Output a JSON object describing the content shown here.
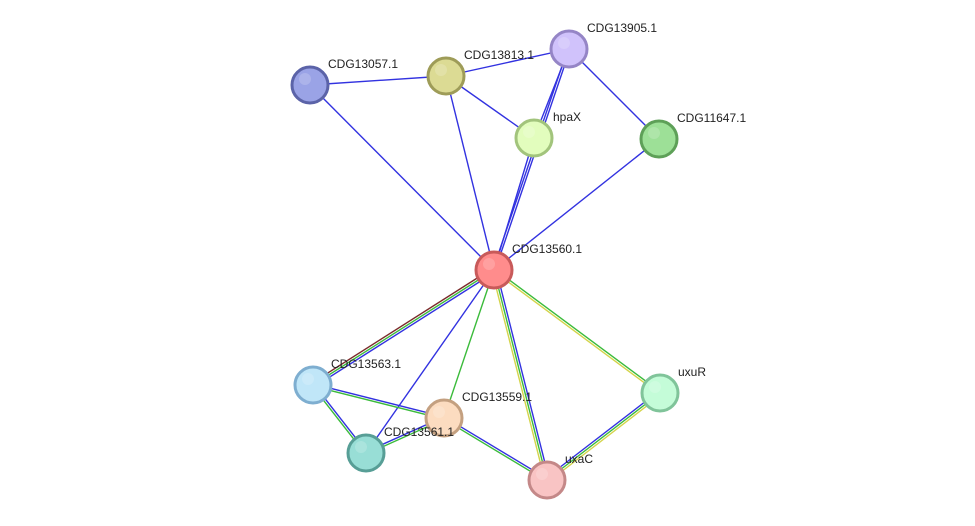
{
  "network": {
    "nodes": [
      {
        "id": "CDG13560.1",
        "label": "CDG13560.1",
        "fill": "#ff8c8c",
        "stroke": "#c85a5a",
        "center": true
      },
      {
        "id": "CDG13057.1",
        "label": "CDG13057.1",
        "fill": "#9aa3e6",
        "stroke": "#5b63a8"
      },
      {
        "id": "CDG13813.1",
        "label": "CDG13813.1",
        "fill": "#dcdb94",
        "stroke": "#9e9c58"
      },
      {
        "id": "CDG13905.1",
        "label": "CDG13905.1",
        "fill": "#d0c2fb",
        "stroke": "#9585c6"
      },
      {
        "id": "hpaX",
        "label": "hpaX",
        "fill": "#e2fdbd",
        "stroke": "#a2c47c"
      },
      {
        "id": "CDG11647.1",
        "label": "CDG11647.1",
        "fill": "#9de097",
        "stroke": "#5ea058"
      },
      {
        "id": "CDG13563.1",
        "label": "CDG13563.1",
        "fill": "#c0e6f8",
        "stroke": "#7eaed0"
      },
      {
        "id": "CDG13559.1",
        "label": "CDG13559.1",
        "fill": "#fcdcc0",
        "stroke": "#c4a080"
      },
      {
        "id": "CDG13561.1",
        "label": "CDG13561.1",
        "fill": "#98ded6",
        "stroke": "#579e96"
      },
      {
        "id": "uxuR",
        "label": "uxuR",
        "fill": "#c4fcd8",
        "stroke": "#80c49a"
      },
      {
        "id": "uxaC",
        "label": "uxaC",
        "fill": "#f9c4c4",
        "stroke": "#c48888"
      }
    ],
    "edges": [
      {
        "from": "CDG13560.1",
        "to": "CDG13057.1",
        "colors": [
          "#3232e0"
        ]
      },
      {
        "from": "CDG13560.1",
        "to": "CDG13813.1",
        "colors": [
          "#3232e0"
        ]
      },
      {
        "from": "CDG13560.1",
        "to": "CDG13905.1",
        "colors": [
          "#3232e0",
          "#3232e0"
        ]
      },
      {
        "from": "CDG13560.1",
        "to": "hpaX",
        "colors": [
          "#3232e0"
        ]
      },
      {
        "from": "CDG13560.1",
        "to": "CDG11647.1",
        "colors": [
          "#3232e0"
        ]
      },
      {
        "from": "CDG13057.1",
        "to": "CDG13813.1",
        "colors": [
          "#3232e0"
        ]
      },
      {
        "from": "CDG13813.1",
        "to": "CDG13905.1",
        "colors": [
          "#3232e0"
        ]
      },
      {
        "from": "CDG13813.1",
        "to": "hpaX",
        "colors": [
          "#3232e0"
        ]
      },
      {
        "from": "CDG13905.1",
        "to": "hpaX",
        "colors": [
          "#3232e0"
        ]
      },
      {
        "from": "CDG13905.1",
        "to": "CDG11647.1",
        "colors": [
          "#3232e0"
        ]
      },
      {
        "from": "CDG13560.1",
        "to": "CDG13563.1",
        "colors": [
          "#3232e0",
          "#3bbb3b",
          "#7a2a2a"
        ]
      },
      {
        "from": "CDG13560.1",
        "to": "CDG13559.1",
        "colors": [
          "#3bbb3b"
        ]
      },
      {
        "from": "CDG13560.1",
        "to": "CDG13561.1",
        "colors": [
          "#3232e0"
        ]
      },
      {
        "from": "CDG13560.1",
        "to": "uxaC",
        "colors": [
          "#3232e0",
          "#3bbb3b",
          "#d4d44a"
        ]
      },
      {
        "from": "CDG13560.1",
        "to": "uxuR",
        "colors": [
          "#3bbb3b",
          "#d4d44a"
        ]
      },
      {
        "from": "CDG13563.1",
        "to": "CDG13559.1",
        "colors": [
          "#3232e0",
          "#3bbb3b"
        ]
      },
      {
        "from": "CDG13563.1",
        "to": "CDG13561.1",
        "colors": [
          "#3232e0",
          "#3bbb3b"
        ]
      },
      {
        "from": "CDG13561.1",
        "to": "CDG13559.1",
        "colors": [
          "#3232e0",
          "#3bbb3b"
        ]
      },
      {
        "from": "CDG13559.1",
        "to": "uxaC",
        "colors": [
          "#3232e0",
          "#3bbb3b"
        ]
      },
      {
        "from": "uxaC",
        "to": "uxuR",
        "colors": [
          "#3232e0",
          "#3bbb3b",
          "#d4d44a"
        ]
      }
    ]
  }
}
